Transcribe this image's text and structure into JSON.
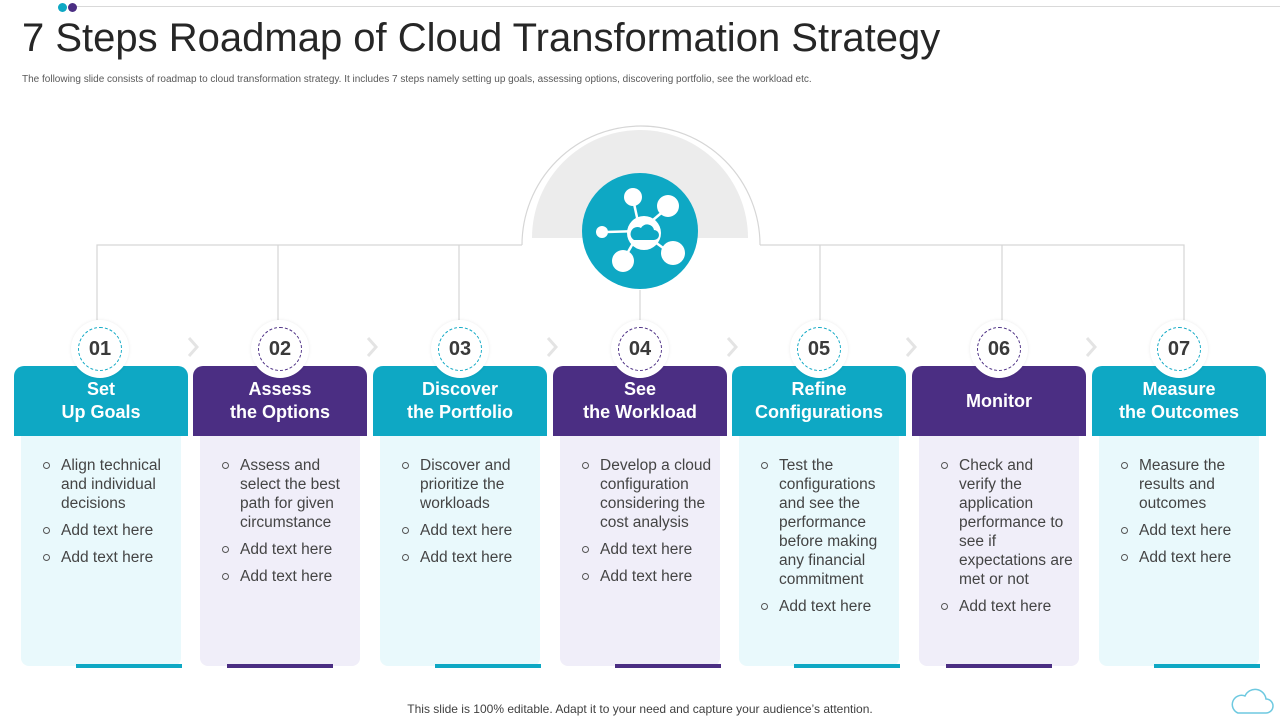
{
  "header": {
    "title": "7 Steps Roadmap of Cloud Transformation Strategy",
    "subtitle": "The following slide consists of roadmap to cloud transformation strategy. It includes 7 steps namely setting up goals, assessing options, discovering portfolio, see the workload etc."
  },
  "colors": {
    "teal": "#0ea8c4",
    "purple": "#4b2e83",
    "teal_body": "#e9f9fc",
    "purple_body": "#f0eef9",
    "connector": "#d6d6d6"
  },
  "hub": {
    "icon": "cloud-network-icon"
  },
  "steps": [
    {
      "num": "01",
      "title": "Set\nUp Goals",
      "color": "teal",
      "bullets": [
        "Align technical and individual decisions",
        "Add text here",
        "Add text here"
      ]
    },
    {
      "num": "02",
      "title": "Assess\nthe Options",
      "color": "purple",
      "bullets": [
        "Assess and select the best path for given circumstance",
        "Add text here",
        "Add text here"
      ]
    },
    {
      "num": "03",
      "title": "Discover\nthe Portfolio",
      "color": "teal",
      "bullets": [
        "Discover and prioritize the workloads",
        "Add text here",
        "Add text here"
      ]
    },
    {
      "num": "04",
      "title": "See\nthe Workload",
      "color": "purple",
      "bullets": [
        "Develop a cloud configuration considering the cost analysis",
        "Add text here",
        "Add text here"
      ]
    },
    {
      "num": "05",
      "title": "Refine\nConfigurations",
      "color": "teal",
      "bullets": [
        "Test the configurations and see the performance before making any financial commitment",
        "Add text here"
      ]
    },
    {
      "num": "06",
      "title": "Monitor",
      "color": "purple",
      "bullets": [
        "Check and verify the application performance to see if expectations are met or not",
        "Add text here"
      ]
    },
    {
      "num": "07",
      "title": "Measure\nthe Outcomes",
      "color": "teal",
      "bullets": [
        "Measure the results and outcomes",
        "Add text here",
        "Add text here"
      ]
    }
  ],
  "footer": {
    "text": "This slide is 100% editable. Adapt it to your need and capture your audience’s attention."
  }
}
